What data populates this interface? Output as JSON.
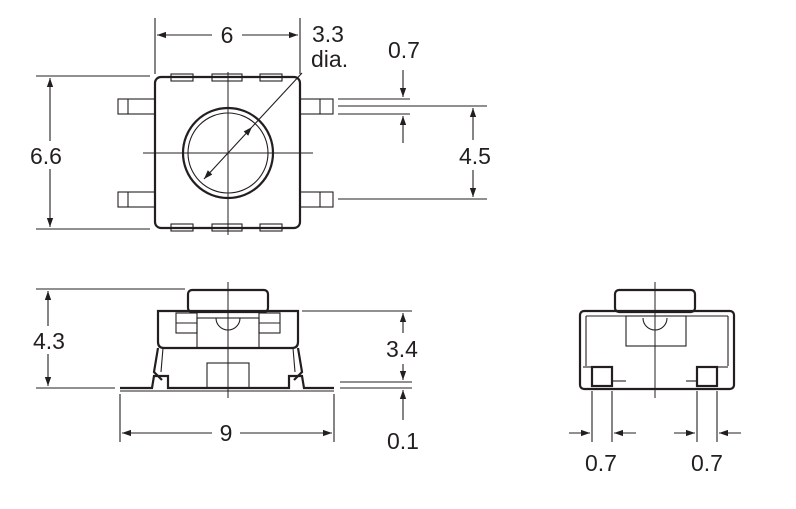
{
  "top_view": {
    "width": "6",
    "button_diameter": "3.3",
    "button_diameter_unit": "dia.",
    "pin_width": "0.7",
    "pin_pitch": "4.5",
    "height": "6.6"
  },
  "side_view": {
    "overall_height": "4.3",
    "body_height": "3.4",
    "standoff": "0.1",
    "lead_span": "9"
  },
  "end_view": {
    "left_pad_width": "0.7",
    "right_pad_width": "0.7"
  }
}
